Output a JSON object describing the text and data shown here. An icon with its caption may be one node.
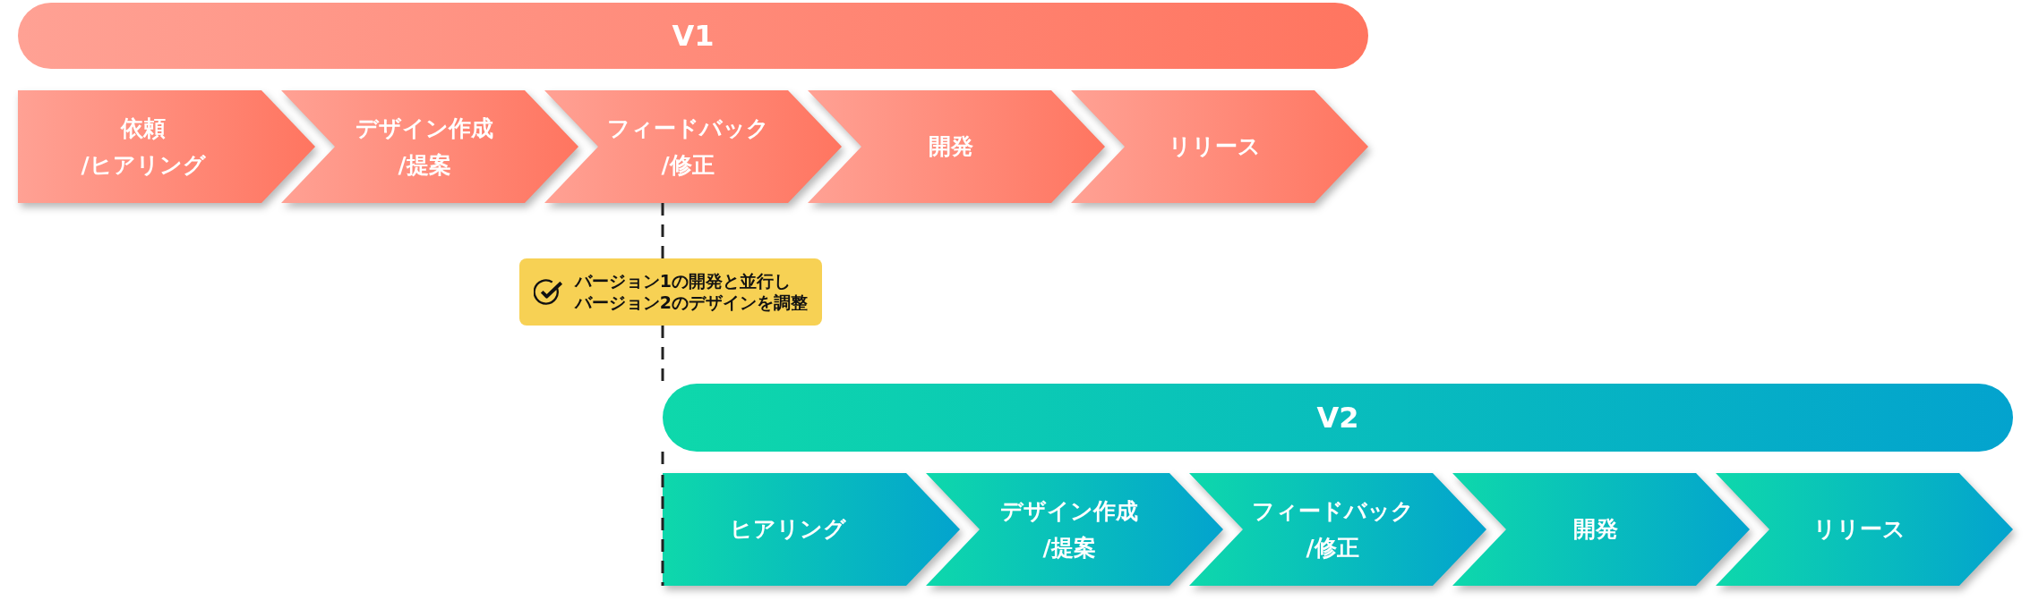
{
  "diagram": {
    "nodes": [
      {
        "text": [
          "V1"
        ]
      },
      {
        "text": [
          "依頼/ヒアリング"
        ]
      },
      {
        "text": [
          "デザイン作成/提案"
        ]
      },
      {
        "text": [
          "フィードバック/修正"
        ]
      },
      {
        "text": [
          "開発"
        ]
      },
      {
        "text": [
          "リリース"
        ]
      },
      {
        "text": [
          "バージョン1の開発と並行しバージョン2のデザインを調整"
        ]
      },
      {
        "text": [
          "V2"
        ]
      },
      {
        "text": [
          "ヒアリング"
        ]
      },
      {
        "text": [
          "デザイン作成/提案"
        ]
      },
      {
        "text": [
          "フィードバック/修正"
        ]
      },
      {
        "text": [
          "開発"
        ]
      },
      {
        "text": [
          "リリース"
        ]
      }
    ],
    "edges": [
      {
        "from": 3,
        "to": 6,
        "arrow": "none",
        "style": "dashed"
      },
      {
        "from": 6,
        "to": 7,
        "arrow": "none",
        "style": "dashed"
      },
      {
        "from": 7,
        "to": 8,
        "arrow": "none",
        "style": "dashed"
      }
    ]
  }
}
